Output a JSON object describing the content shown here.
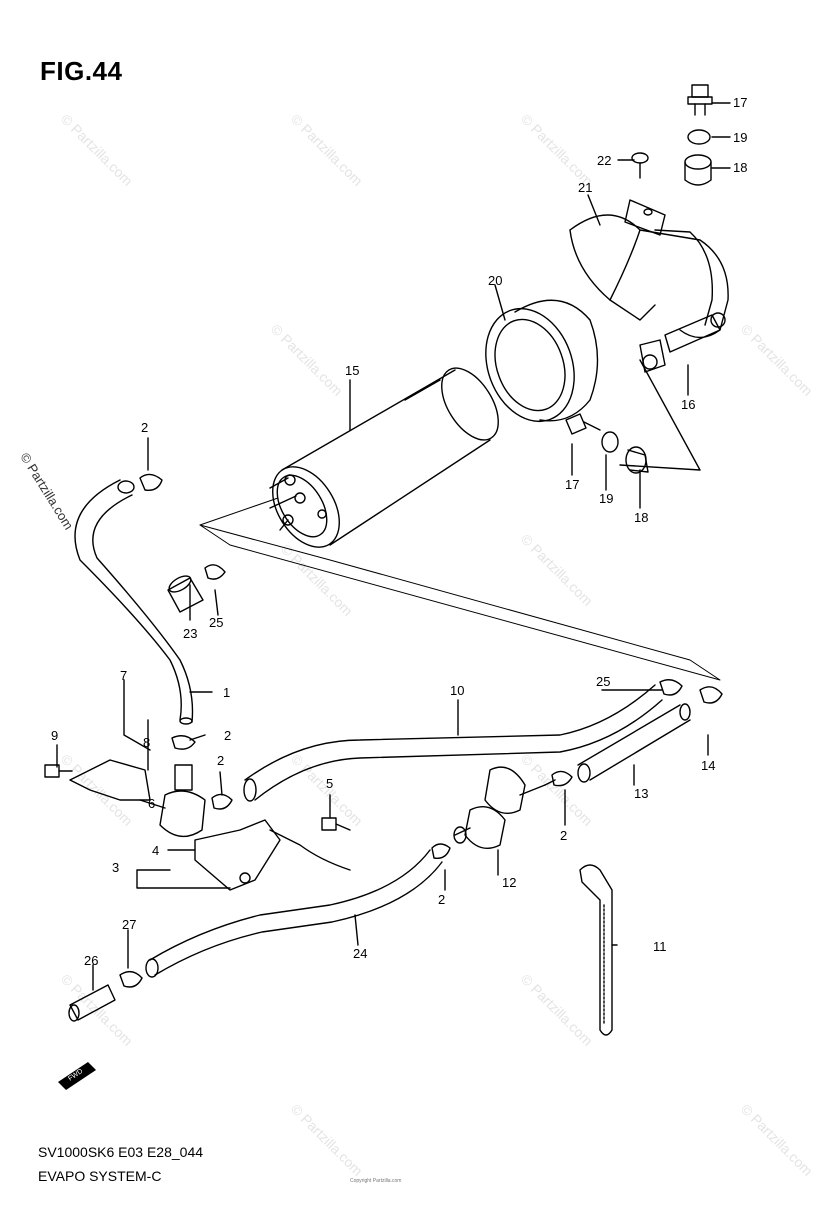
{
  "figure": {
    "title": "FIG.44",
    "code": "SV1000SK6 E03 E28_044",
    "name": "EVAPO SYSTEM-C",
    "fwd_label": "FWD",
    "copyright_small": "Copyright Partzilla.com",
    "side_watermark": "© Partzilla.com",
    "tile_watermark": "© Partzilla.com"
  },
  "callouts": {
    "c1": "1",
    "c2a": "2",
    "c2b": "2",
    "c2c": "2",
    "c2d": "2",
    "c2e": "2",
    "c3": "3",
    "c4": "4",
    "c5": "5",
    "c6": "6",
    "c7": "7",
    "c8": "8",
    "c9": "9",
    "c10": "10",
    "c11": "11",
    "c12": "12",
    "c13": "13",
    "c14": "14",
    "c15": "15",
    "c16": "16",
    "c17a": "17",
    "c17b": "17",
    "c18a": "18",
    "c18b": "18",
    "c19a": "19",
    "c19b": "19",
    "c20": "20",
    "c21": "21",
    "c22": "22",
    "c23": "23",
    "c24": "24",
    "c25a": "25",
    "c25b": "25",
    "c26": "26",
    "c27": "27"
  }
}
